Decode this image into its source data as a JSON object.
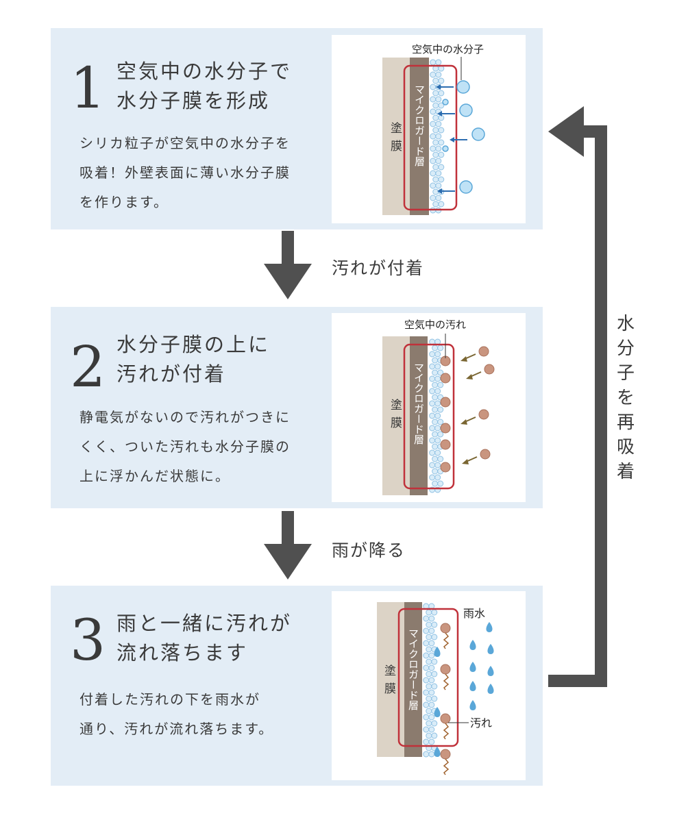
{
  "steps": [
    {
      "number": "1",
      "title": "空気中の水分子で\n水分子膜を形成",
      "description": "シリカ粒子が空気中の水分子を\n吸着！外壁表面に薄い水分子膜\nを作ります。",
      "callout": "空気中の水分子"
    },
    {
      "number": "2",
      "title": "水分子膜の上に\n汚れが付着",
      "description": "静電気がないので汚れがつきに\nくく、ついた汚れも水分子膜の\n上に浮かんだ状態に。",
      "callout": "空気中の汚れ"
    },
    {
      "number": "3",
      "title": "雨と一緒に汚れが\n流れ落ちます",
      "description": "付着した汚れの下を雨水が\n通り、汚れが流れ落ちます。",
      "callout": "雨水",
      "callout2": "汚れ"
    }
  ],
  "illustration": {
    "coating_label": "塗\n膜",
    "layer_label": "マイクロガード層"
  },
  "transitions": [
    "汚れが付着",
    "雨が降る"
  ],
  "cycle_label": "水\n分\n子\nを\n再\n吸\n着",
  "colors": {
    "panel_bg": "#e3edf6",
    "arrow": "#505050",
    "coating": "#dcd3c6",
    "layer": "#8b7b6e",
    "frame": "#c0313a",
    "water_arrow": "#2c6db0",
    "dirt": "#c9957f",
    "dirt_arrow": "#7a6632"
  }
}
